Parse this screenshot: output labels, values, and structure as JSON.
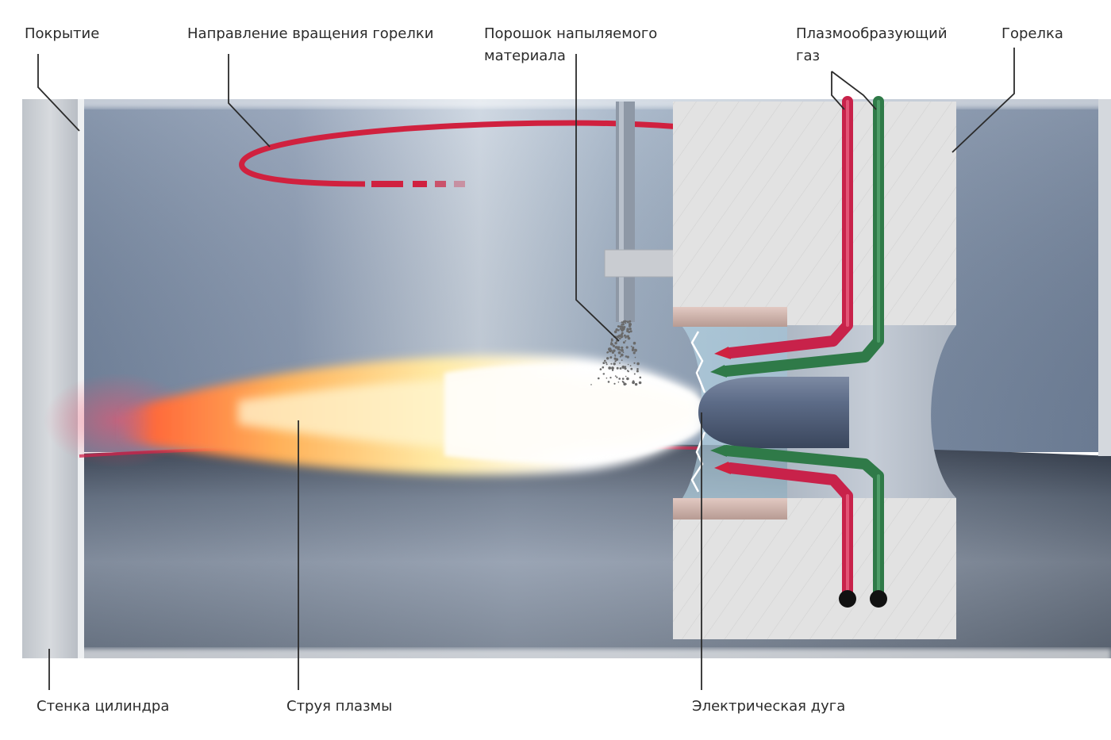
{
  "labels": {
    "coating": "Покрытие",
    "rotation": "Направление вращения горелки",
    "powder_line1": "Порошок напыляемого",
    "powder_line2": "материала",
    "gas_line1": "Плазмообразующий",
    "gas_line2": "газ",
    "torch": "Горелка",
    "wall": "Стенка цилиндра",
    "plasma": "Струя плазмы",
    "arc": "Электрическая дуга"
  },
  "colors": {
    "rotation_arrow": "#d0213f",
    "gas_red_pipe": "#c8224a",
    "gas_green_pipe": "#2f7a48",
    "torch_body": "#dcdcdc",
    "cylinder": "#8090a6",
    "plasma_hot": "#ff7a3a",
    "plasma_warm": "#ffe9a8"
  }
}
